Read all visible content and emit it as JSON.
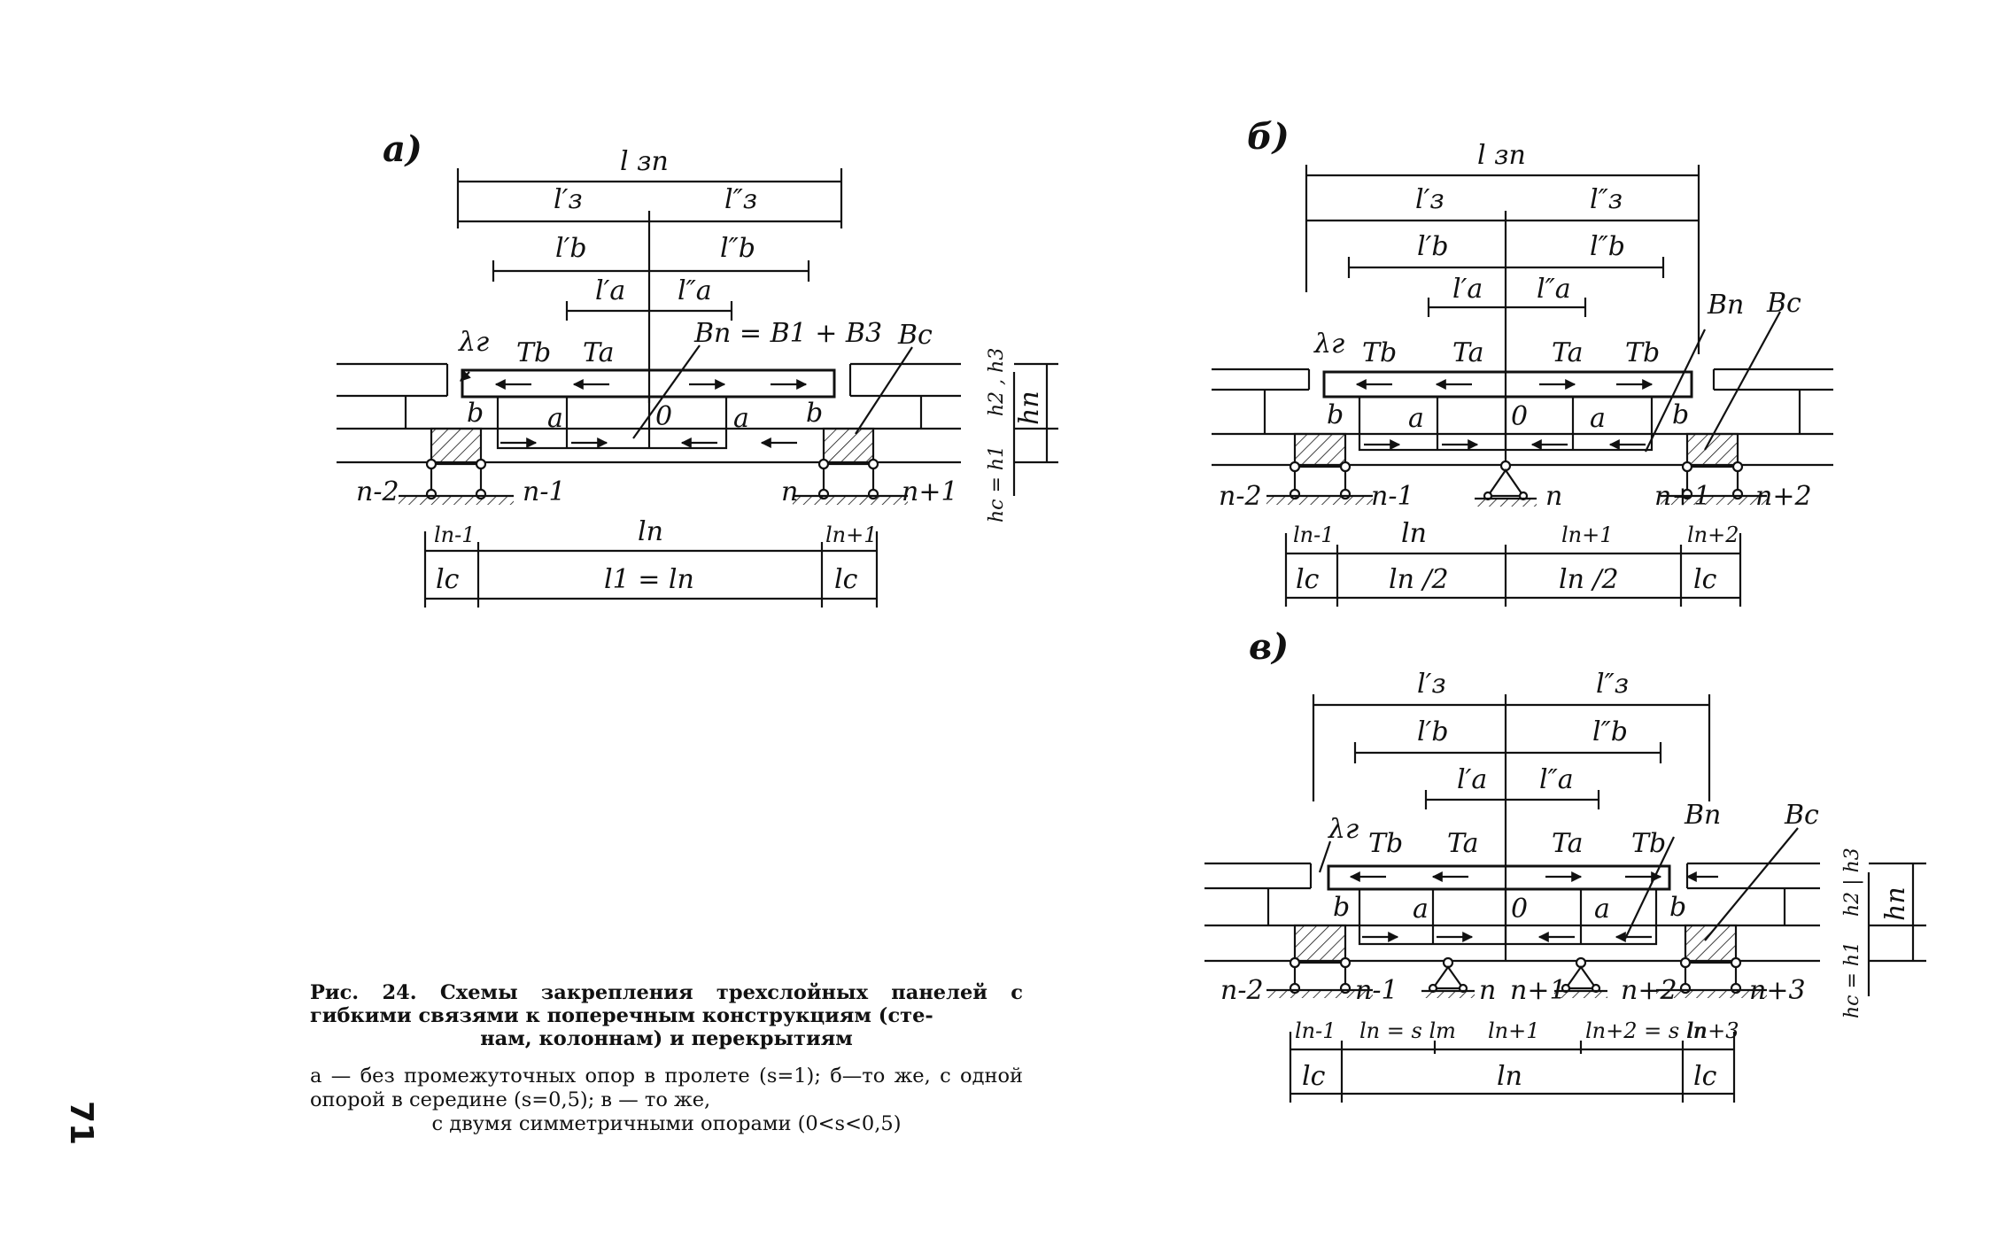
{
  "panels": {
    "a": {
      "tag": "a)",
      "dims": {
        "l_zp": "l зп",
        "l3p": "l′з",
        "l3pp": "l″з",
        "lbp": "l′b",
        "lbpp": "l″b",
        "lap": "l′a",
        "lapp": "l″a"
      },
      "lambda": "λг",
      "tb": "Tb",
      "ta": "Ta",
      "bn_eq": "Bп = B1 + B3",
      "bc": "Bc",
      "pts": {
        "b": "b",
        "a": "a",
        "o": "0"
      },
      "nodes": {
        "n2": "n-2",
        "n1": "n-1",
        "n": "n",
        "np1": "n+1"
      },
      "hts": {
        "h2h3": "h2 , h3",
        "hn": "hп",
        "hc": "hс = h1"
      },
      "bottom": {
        "ln1": "ln-1",
        "ln": "ln",
        "ln1p": "ln+1",
        "lc": "lc",
        "l1": "l1 = ln"
      }
    },
    "b": {
      "tag": "б)",
      "dims": {
        "l_zp": "l зп",
        "l3p": "l′з",
        "l3pp": "l″з",
        "lbp": "l′b",
        "lbpp": "l″b",
        "lap": "l′a",
        "lapp": "l″a"
      },
      "lambda": "λг",
      "tb": "Tb",
      "ta": "Ta",
      "bn": "Bп",
      "bc": "Bc",
      "pts": {
        "b": "b",
        "a": "a",
        "o": "0"
      },
      "nodes": {
        "n2": "n-2",
        "n1": "n-1",
        "n": "n",
        "np1": "n+1",
        "np2": "n+2"
      },
      "bottom": {
        "ln1": "ln-1",
        "ln": "ln",
        "ln1p": "ln+1",
        "ln2p": "ln+2",
        "lc": "lc",
        "half": "ln /2"
      }
    },
    "c": {
      "tag": "в)",
      "dims": {
        "l3p": "l′з",
        "l3pp": "l″з",
        "lbp": "l′b",
        "lbpp": "l″b",
        "lap": "l′a",
        "lapp": "l″a"
      },
      "lambda": "λг",
      "tb": "Tb",
      "ta": "Ta",
      "bn": "Bп",
      "bc": "Bc",
      "pts": {
        "b": "b",
        "a": "a",
        "o": "0"
      },
      "nodes": {
        "n2": "n-2",
        "n1": "n-1",
        "n": "n",
        "np1": "n+1",
        "np2": "n+2",
        "np3": "n+3"
      },
      "hts": {
        "h2h3": "h2 | h3",
        "hn": "hп",
        "hc": "hс = h1"
      },
      "bottom": {
        "ln1": "ln-1",
        "ln_s": "ln = s lm",
        "ln1p": "ln+1",
        "ln2p_s": "ln+2 = s ln",
        "ln3p": "ln+3",
        "lc": "lc",
        "ln": "ln"
      }
    }
  },
  "caption": {
    "title_main": "Рис. 24. Схемы закрепления трехслойных панелей с гибкими связями к поперечным конструкциям (сте-",
    "title_last": "нам, колоннам) и перекрытиям",
    "note_main": "а — без промежуточных опор в пролете (s=1); б—то же, с одной опорой в середине (s=0,5); в — то же,",
    "note_last": "с двумя симметричными опорами (0<s<0,5)"
  },
  "page_number": "71"
}
